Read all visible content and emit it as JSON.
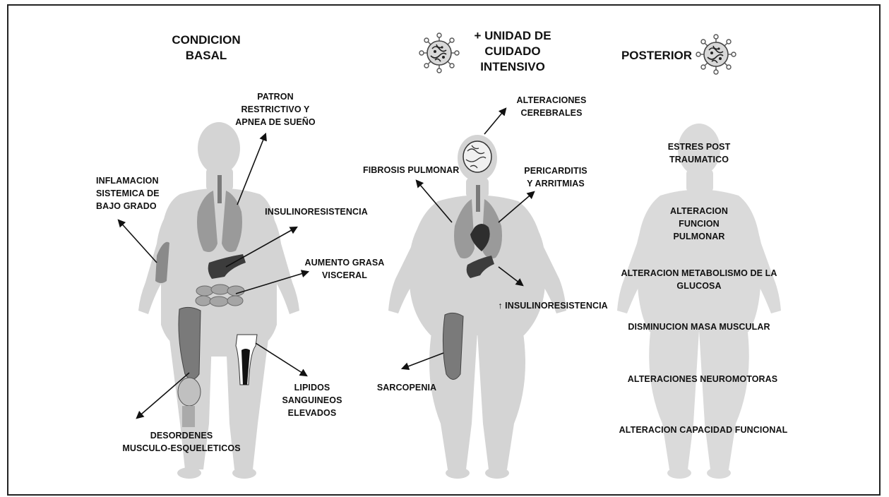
{
  "headers": {
    "basal": "CONDICION\nBASAL",
    "uci": "+ UNIDAD DE\nCUIDADO\nINTENSIVO",
    "posterior": "POSTERIOR"
  },
  "basal_labels": {
    "patron": "PATRON\nRESTRICTIVO Y\nAPNEA DE SUEÑO",
    "inflamacion": "INFLAMACION\nSISTEMICA DE\nBAJO GRADO",
    "insulino": "INSULINORESISTENCIA",
    "grasa": "AUMENTO GRASA\nVISCERAL",
    "lipidos": "LIPIDOS\nSANGUINEOS\nELEVADOS",
    "musculo": "DESORDENES\nMUSCULO-ESQUELETICOS"
  },
  "uci_labels": {
    "cerebrales": "ALTERACIONES\nCEREBRALES",
    "fibrosis": "FIBROSIS PULMONAR",
    "pericarditis": "PERICARDITIS\nY ARRITMIAS",
    "insulino": "↑ INSULINORESISTENCIA",
    "sarcopenia": "SARCOPENIA"
  },
  "posterior_labels": {
    "estres": "ESTRES POST\nTRAUMATICO",
    "pulmonar": "ALTERACION\nFUNCION\nPULMONAR",
    "metabolismo": "ALTERACION METABOLISMO DE LA\nGLUCOSA",
    "masa": "DISMINUCION MASA MUSCULAR",
    "neuro": "ALTERACIONES NEUROMOTORAS",
    "capacidad": "ALTERACION CAPACIDAD FUNCIONAL"
  },
  "colors": {
    "body": "#d4d4d4",
    "body_posterior": "#dadada",
    "organ": "#9a9a9a",
    "organ_dark": "#3c3c3c",
    "arrow": "#111111"
  },
  "icons": [
    "virus-icon",
    "virus-icon",
    "brain-icon",
    "lungs-icon",
    "heart-icon",
    "pancreas-icon",
    "intestine-icon",
    "bone-icon",
    "knee-icon",
    "leg-muscle-icon",
    "liver-icon"
  ]
}
